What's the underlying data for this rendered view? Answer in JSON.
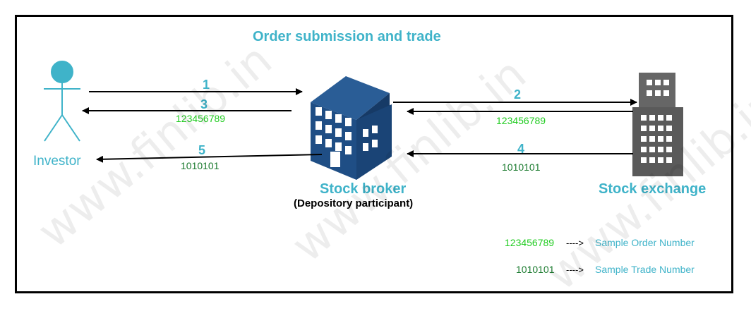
{
  "title": "Order submission and trade",
  "watermark": "www.finlib.in",
  "actors": {
    "investor": "Investor",
    "broker": "Stock broker",
    "broker_sub": "(Depository participant)",
    "exchange": "Stock exchange"
  },
  "steps": {
    "s1": "1",
    "s2": "2",
    "s3": "3",
    "s4": "4",
    "s5": "5"
  },
  "numbers": {
    "order_number": "123456789",
    "trade_number": "1010101"
  },
  "legend": {
    "order_value": "123456789",
    "order_sep": "---->",
    "order_desc": "Sample Order Number",
    "trade_value": "1010101",
    "trade_sep": "---->",
    "trade_desc": "Sample Trade Number"
  },
  "colors": {
    "accent": "#3fb3c9",
    "order_green": "#22cc22",
    "trade_green": "#1a7a2e",
    "broker_blue": "#1f4e85",
    "exchange_gray": "#666666"
  }
}
